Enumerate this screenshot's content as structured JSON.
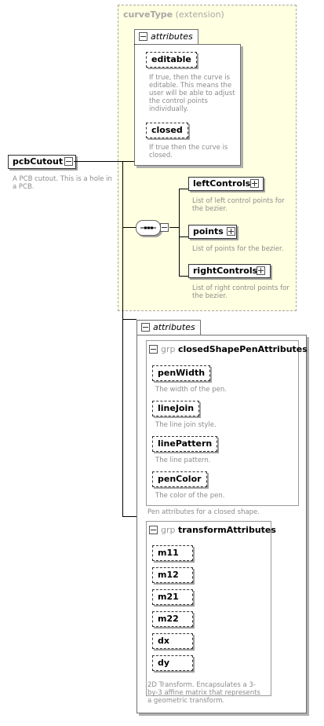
{
  "extension": {
    "name": "curveType",
    "kind": "(extension)"
  },
  "attributes_label": "attributes",
  "ext_attributes": [
    {
      "name": "editable",
      "desc": "If true, then the curve is editable. This means the user will be able to adjust the control points individually."
    },
    {
      "name": "closed",
      "desc": "If true then the curve is closed."
    }
  ],
  "root": {
    "name": "pcbCutout",
    "desc": "A PCB cutout. This is a hole in a PCB."
  },
  "children": [
    {
      "name": "leftControls",
      "desc": "List of left control points for the bezier."
    },
    {
      "name": "points",
      "desc": "List of points for the bezier."
    },
    {
      "name": "rightControls",
      "desc": "List of right control points for the bezier."
    }
  ],
  "groups": [
    {
      "kind": "grp",
      "name": "closedShapePenAttributes",
      "items": [
        {
          "name": "penWidth",
          "desc": "The width of the pen."
        },
        {
          "name": "lineJoin",
          "desc": "The line join style."
        },
        {
          "name": "linePattern",
          "desc": "The line pattern."
        },
        {
          "name": "penColor",
          "desc": "The color of the pen."
        }
      ],
      "desc": "Pen attributes for a closed shape."
    },
    {
      "kind": "grp",
      "name": "transformAttributes",
      "items": [
        "m11",
        "m12",
        "m21",
        "m22",
        "dx",
        "dy"
      ],
      "desc": "2D Transform. Encapsulates a 3-by-3 affine matrix that represents a geometric transform."
    }
  ]
}
